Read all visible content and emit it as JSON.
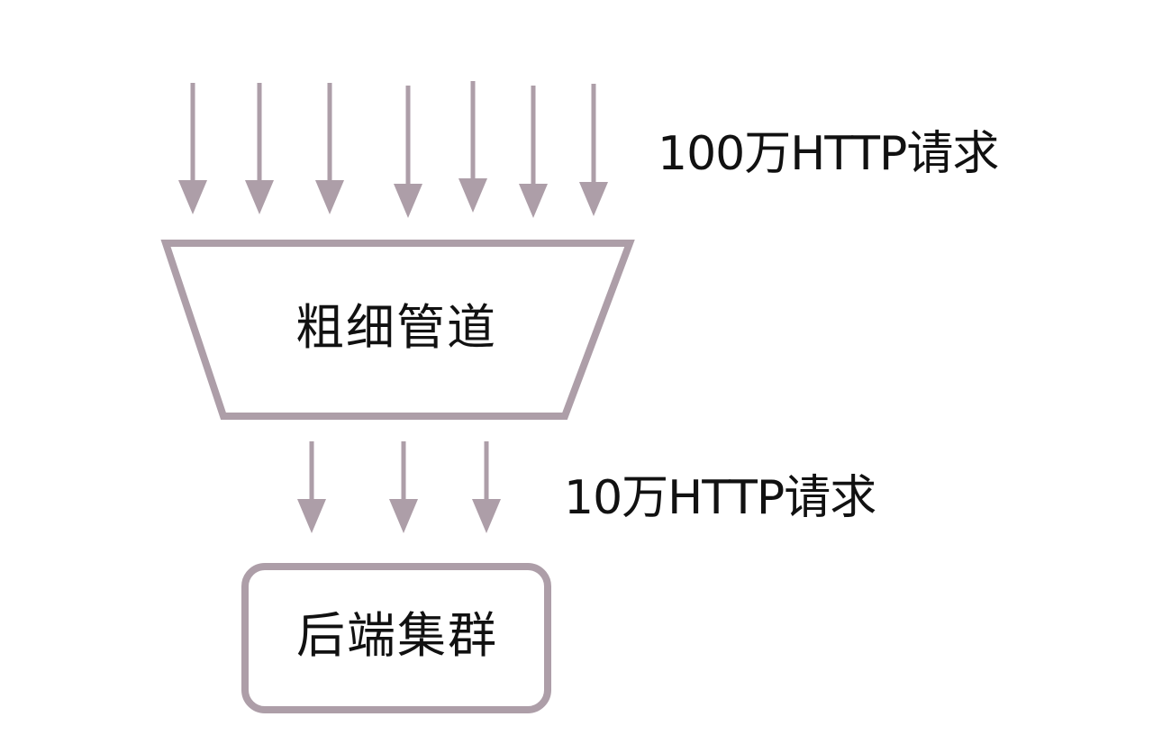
{
  "diagram": {
    "stroke_color": "#ad9ea8",
    "text_color": "#111111",
    "incoming_label": "100万HTTP请求",
    "outgoing_label": "10万HTTP请求",
    "funnel_label": "粗细管道",
    "backend_label": "后端集群"
  }
}
